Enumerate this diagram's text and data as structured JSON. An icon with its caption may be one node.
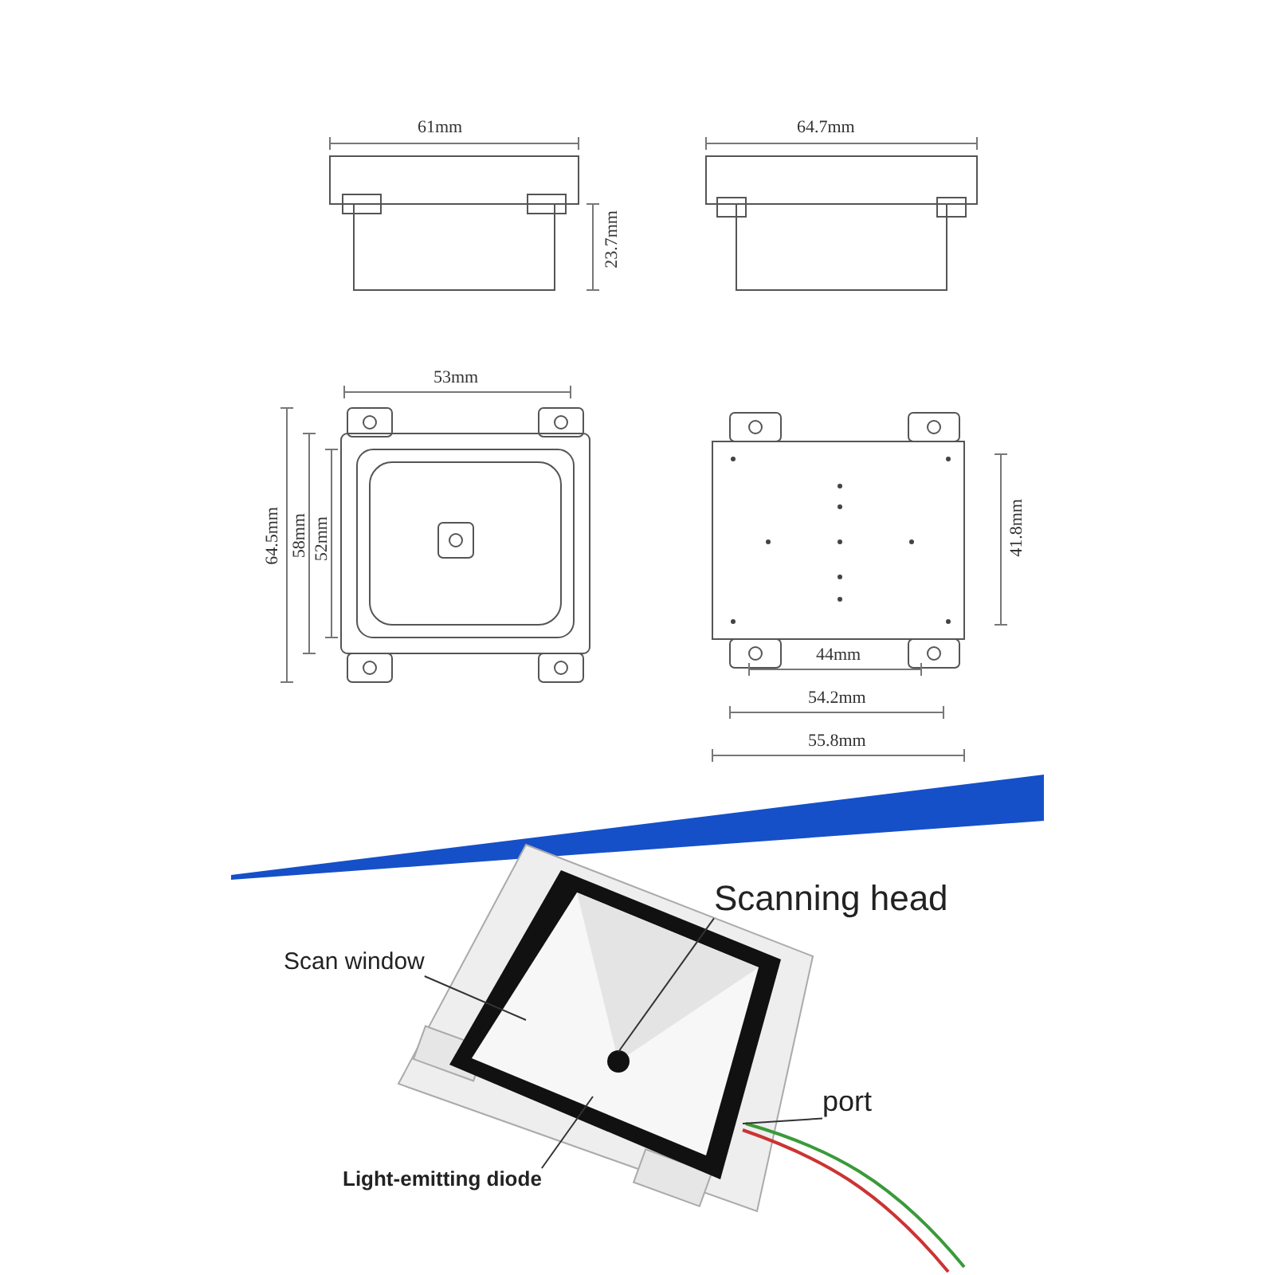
{
  "diagram": {
    "nodes": [
      {
        "text": [
          "Scanning head"
        ]
      },
      {
        "text": [
          "Scan window"
        ]
      },
      {
        "text": [
          "port"
        ]
      },
      {
        "text": [
          "Light-emitting diode"
        ]
      }
    ],
    "edges": [
      {
        "from": 0,
        "to": null,
        "arrow": "none"
      },
      {
        "from": 1,
        "to": null,
        "arrow": "none"
      },
      {
        "from": 2,
        "to": null,
        "arrow": "none"
      },
      {
        "from": 3,
        "to": null,
        "arrow": "none"
      }
    ],
    "labels": [
      "61mm",
      "64.7mm",
      "23.7mm",
      "53mm",
      "64.5mm",
      "58mm",
      "52mm",
      "41.8mm",
      "44mm",
      "54.2mm",
      "55.8mm"
    ]
  }
}
